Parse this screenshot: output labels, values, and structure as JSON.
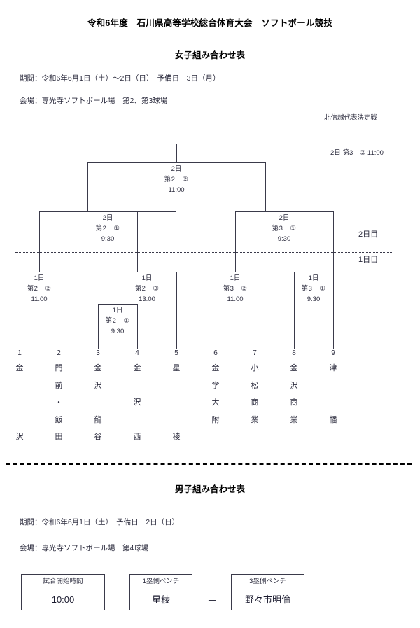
{
  "document": {
    "title": "令和6年度　石川県高等学校総合体育大会　ソフトボール競技"
  },
  "women": {
    "section_title": "女子組み合わせ表",
    "period": "期間：令和6年6月1日（土）～2日（日）　予備日　3日（月）",
    "venue": "会場：専光寺ソフトボール場　第2、第3球場",
    "day_labels": {
      "upper": "2日目",
      "lower": "1日目"
    },
    "playoff": {
      "caption": "北信越代表決定戦",
      "day": "2日",
      "field": "第3　②",
      "time": "11:00"
    },
    "matches": [
      {
        "id": "final",
        "day": "2日",
        "field": "第2　②",
        "time": "11:00"
      },
      {
        "id": "semi-left",
        "day": "2日",
        "field": "第2　①",
        "time": "9:30"
      },
      {
        "id": "semi-right",
        "day": "2日",
        "field": "第3　①",
        "time": "9:30"
      },
      {
        "id": "r1-a",
        "day": "1日",
        "field": "第2　②",
        "time": "11:00"
      },
      {
        "id": "r1-b",
        "day": "1日",
        "field": "第2　③",
        "time": "13:00"
      },
      {
        "id": "r1-c",
        "day": "1日",
        "field": "第2　①",
        "time": "9:30"
      },
      {
        "id": "r1-d",
        "day": "1日",
        "field": "第3　②",
        "time": "11:00"
      },
      {
        "id": "r1-e",
        "day": "1日",
        "field": "第3　①",
        "time": "9:30"
      }
    ],
    "teams": [
      {
        "seed": "1",
        "name": "金\n\n\n\n沢"
      },
      {
        "seed": "2",
        "name": "門\n前\n・\n飯\n田"
      },
      {
        "seed": "3",
        "name": "金\n沢\n\n龍\n谷"
      },
      {
        "seed": "4",
        "name": "金\n\n沢\n\n西"
      },
      {
        "seed": "5",
        "name": "星\n\n\n\n稜"
      },
      {
        "seed": "6",
        "name": "金\n学\n大\n附"
      },
      {
        "seed": "7",
        "name": "小\n松\n商\n業"
      },
      {
        "seed": "8",
        "name": "金\n沢\n商\n業"
      },
      {
        "seed": "9",
        "name": "津\n\n\n幡"
      }
    ]
  },
  "men": {
    "section_title": "男子組み合わせ表",
    "period": "期間：令和6年6月1日（土）　予備日　2日（日）",
    "venue": "会場：専光寺ソフトボール場　第4球場",
    "table": {
      "start_time_header": "試合開始時間",
      "start_time_value": "10:00",
      "first_base_header": "1塁側ベンチ",
      "first_base_team": "星稜",
      "versus": "－",
      "third_base_header": "3塁側ベンチ",
      "third_base_team": "野々市明倫"
    }
  }
}
